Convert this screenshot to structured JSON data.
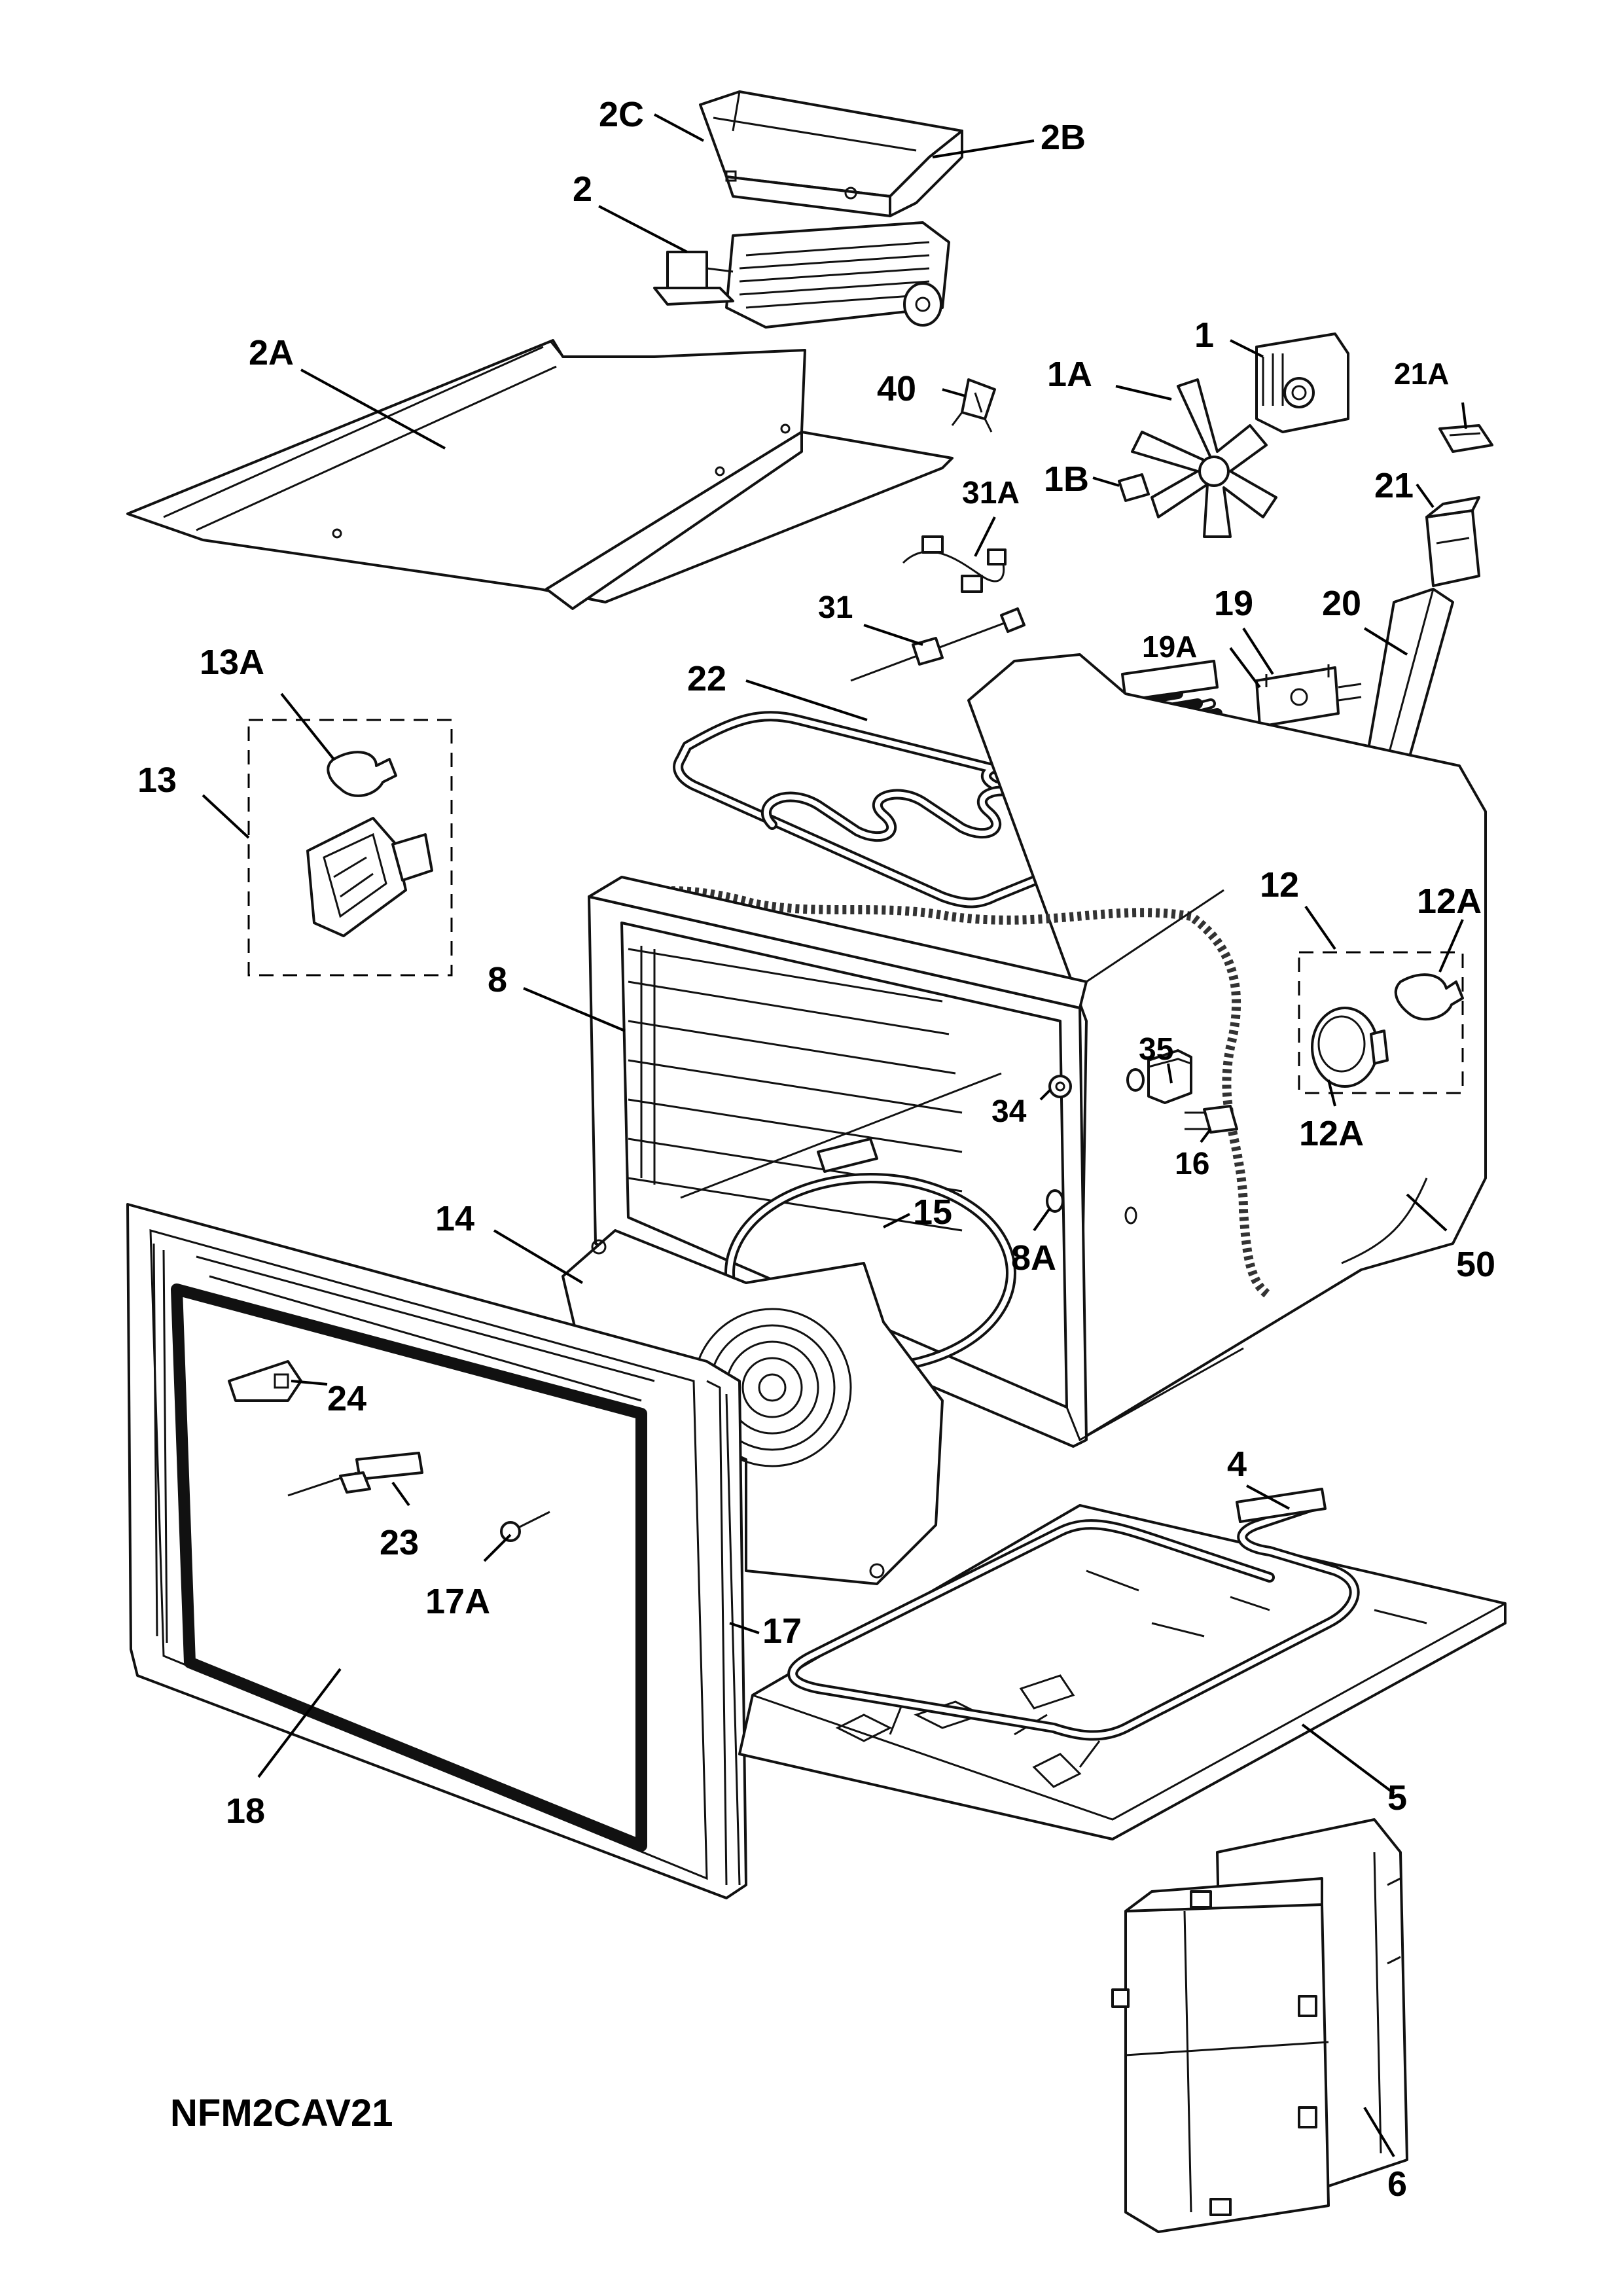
{
  "diagram": {
    "code": "NFM2CAV21",
    "labels": [
      {
        "id": "2C",
        "text": "2C"
      },
      {
        "id": "2B",
        "text": "2B"
      },
      {
        "id": "2",
        "text": "2"
      },
      {
        "id": "2A",
        "text": "2A"
      },
      {
        "id": "40",
        "text": "40"
      },
      {
        "id": "1",
        "text": "1"
      },
      {
        "id": "1A",
        "text": "1A"
      },
      {
        "id": "1B",
        "text": "1B"
      },
      {
        "id": "21A",
        "text": "21A"
      },
      {
        "id": "21",
        "text": "21"
      },
      {
        "id": "31A",
        "text": "31A"
      },
      {
        "id": "31",
        "text": "31"
      },
      {
        "id": "19",
        "text": "19"
      },
      {
        "id": "19A",
        "text": "19A"
      },
      {
        "id": "20",
        "text": "20"
      },
      {
        "id": "13A",
        "text": "13A"
      },
      {
        "id": "13",
        "text": "13"
      },
      {
        "id": "22",
        "text": "22"
      },
      {
        "id": "12",
        "text": "12"
      },
      {
        "id": "12A-top",
        "text": "12A"
      },
      {
        "id": "12A-bottom",
        "text": "12A"
      },
      {
        "id": "8",
        "text": "8"
      },
      {
        "id": "35",
        "text": "35"
      },
      {
        "id": "34",
        "text": "34"
      },
      {
        "id": "16",
        "text": "16"
      },
      {
        "id": "14",
        "text": "14"
      },
      {
        "id": "15",
        "text": "15"
      },
      {
        "id": "8A",
        "text": "8A"
      },
      {
        "id": "50",
        "text": "50"
      },
      {
        "id": "24",
        "text": "24"
      },
      {
        "id": "23",
        "text": "23"
      },
      {
        "id": "17A",
        "text": "17A"
      },
      {
        "id": "17",
        "text": "17"
      },
      {
        "id": "4",
        "text": "4"
      },
      {
        "id": "18",
        "text": "18"
      },
      {
        "id": "5",
        "text": "5"
      },
      {
        "id": "6",
        "text": "6"
      }
    ]
  }
}
